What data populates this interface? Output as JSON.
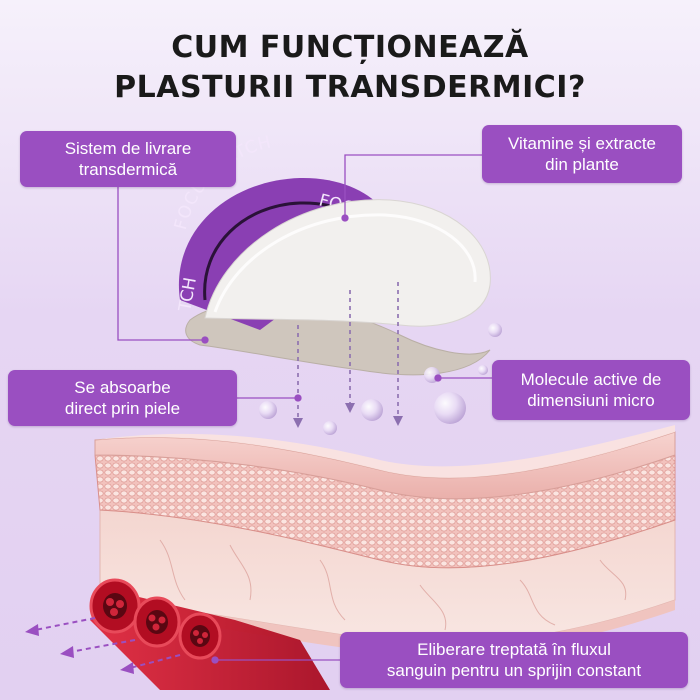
{
  "title": {
    "line1": "CUM FUNCȚIONEAZĂ",
    "line2": "PLASTURII TRANSDERMICI?"
  },
  "labels": {
    "delivery_system": {
      "line1": "Sistem de livrare",
      "line2": "transdermică"
    },
    "vitamins": {
      "line1": "Vitamine și extracte",
      "line2": "din plante"
    },
    "absorbs": {
      "line1": "Se absoarbe",
      "line2": "direct prin piele"
    },
    "molecules": {
      "line1": "Molecule active de",
      "line2": "dimensiuni micro"
    },
    "release": {
      "line1": "Eliberare treptată în fluxul",
      "line2": "sanguin pentru un sprijin constant"
    }
  },
  "patch": {
    "ring_text_1": "FOCUS PATCH",
    "ring_text_2": "FOC",
    "ring_text_3": "TCH"
  },
  "colors": {
    "accent": "#9a4fc1",
    "patch_purple": "#8a3fb3",
    "blood_red": "#c8102e",
    "skin_pink": "#f3c9c6"
  }
}
